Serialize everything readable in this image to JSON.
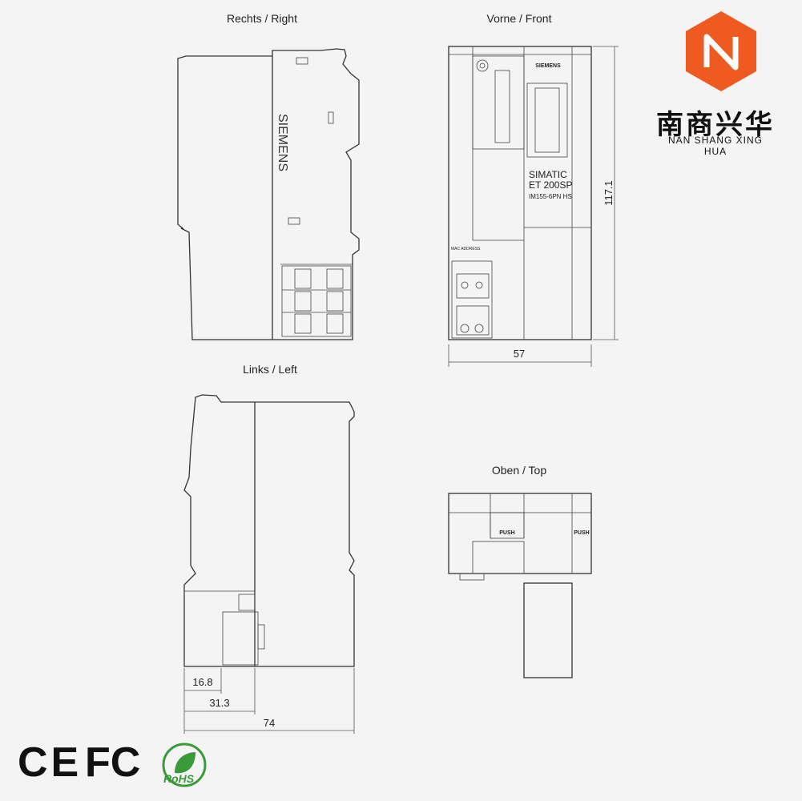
{
  "views": {
    "right": "Rechts / Right",
    "front": "Vorne / Front",
    "left": "Links / Left",
    "top": "Oben / Top"
  },
  "dimensions": {
    "width_front": "57",
    "height_front": "117.1",
    "d1": "16.8",
    "d2": "31.3",
    "depth": "74"
  },
  "device": {
    "brand": "SIEMENS",
    "line1": "SIMATIC",
    "line2": "ET 200SP",
    "model": "IM155-6PN HS",
    "mac_label": "MAC ADDRESS",
    "push": "PUSH"
  },
  "company": {
    "name_cn": "南商兴华",
    "name_en": "NAN SHANG XING HUA",
    "logo_color": "#ee5a1f"
  },
  "certifications": [
    "CE",
    "FC",
    "RoHS"
  ],
  "colors": {
    "rohs_green": "#3a9a3a"
  }
}
